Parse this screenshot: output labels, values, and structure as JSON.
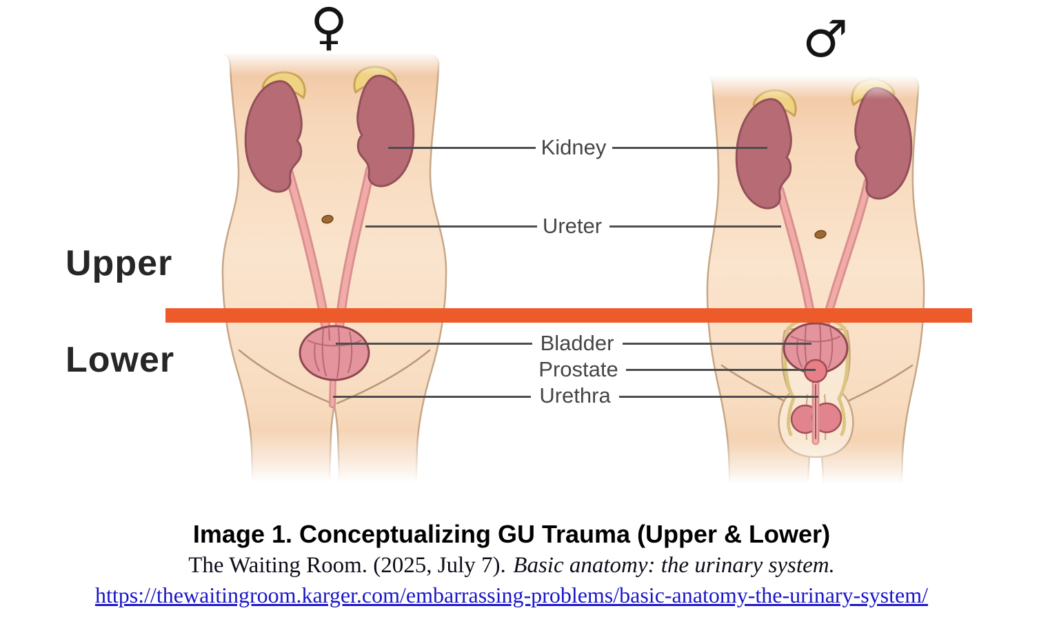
{
  "figure": {
    "female_symbol": "♀",
    "male_symbol": "♂",
    "region_labels": {
      "upper": "Upper",
      "lower": "Lower"
    },
    "organ_labels": {
      "kidney": "Kidney",
      "ureter": "Ureter",
      "bladder": "Bladder",
      "prostate": "Prostate",
      "urethra": "Urethra"
    }
  },
  "caption": {
    "title": "Image 1. Conceptualizing GU Trauma (Upper & Lower)",
    "citation_prefix": "The Waiting Room. (2025, July 7).",
    "citation_work": "Basic anatomy: the urinary system.",
    "url": "https://thewaitingroom.karger.com/embarrassing-problems/basic-anatomy-the-urinary-system/"
  },
  "colors": {
    "divider_orange": "#EE5B2B",
    "skin": "#F8DFC6",
    "kidney": "#B66B75",
    "adrenal": "#F0D283",
    "ureter": "#ECA3A2",
    "bladder": "#E4949C",
    "cord_yellow": "#DCC582",
    "leader_line": "#4D4D4D",
    "link_blue": "#1A16C8"
  }
}
